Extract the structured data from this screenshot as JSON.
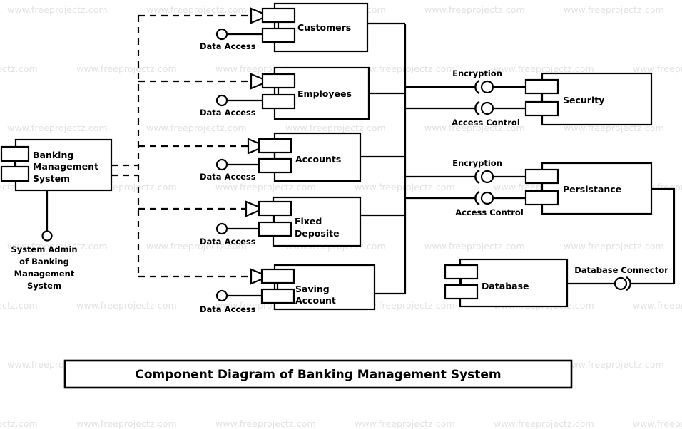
{
  "diagram": {
    "title": "Component Diagram of Banking Management System",
    "watermark_text": "www.freeprojectz.com",
    "colors": {
      "stroke": "#000000",
      "background": "#ffffff",
      "watermark": "#e2e2e2"
    }
  },
  "components": [
    {
      "name": "customers",
      "label": "Customers"
    },
    {
      "name": "employees",
      "label": "Employees"
    },
    {
      "name": "accounts",
      "label": "Accounts"
    },
    {
      "name": "fixed-deposite",
      "label": "Fixed\nDeposite",
      "line1": "Fixed",
      "line2": "Deposite"
    },
    {
      "name": "saving-account",
      "label": "Saving\nAccount",
      "line1": "Saving",
      "line2": "Account"
    },
    {
      "name": "security",
      "label": "Security"
    },
    {
      "name": "persistance",
      "label": "Persistance"
    },
    {
      "name": "database",
      "label": "Database"
    },
    {
      "name": "banking-management-system",
      "label": "Banking\nManagement\nSystem",
      "line1": "Banking",
      "line2": "Management",
      "line3": "System"
    }
  ],
  "interfaces": {
    "data_access": "Data Access",
    "encryption": "Encryption",
    "access_control": "Access Control",
    "database_connector": "Database Connector"
  },
  "actor": {
    "line1": "System Admin",
    "line2": "of Banking",
    "line3": "Management",
    "line4": "System"
  }
}
